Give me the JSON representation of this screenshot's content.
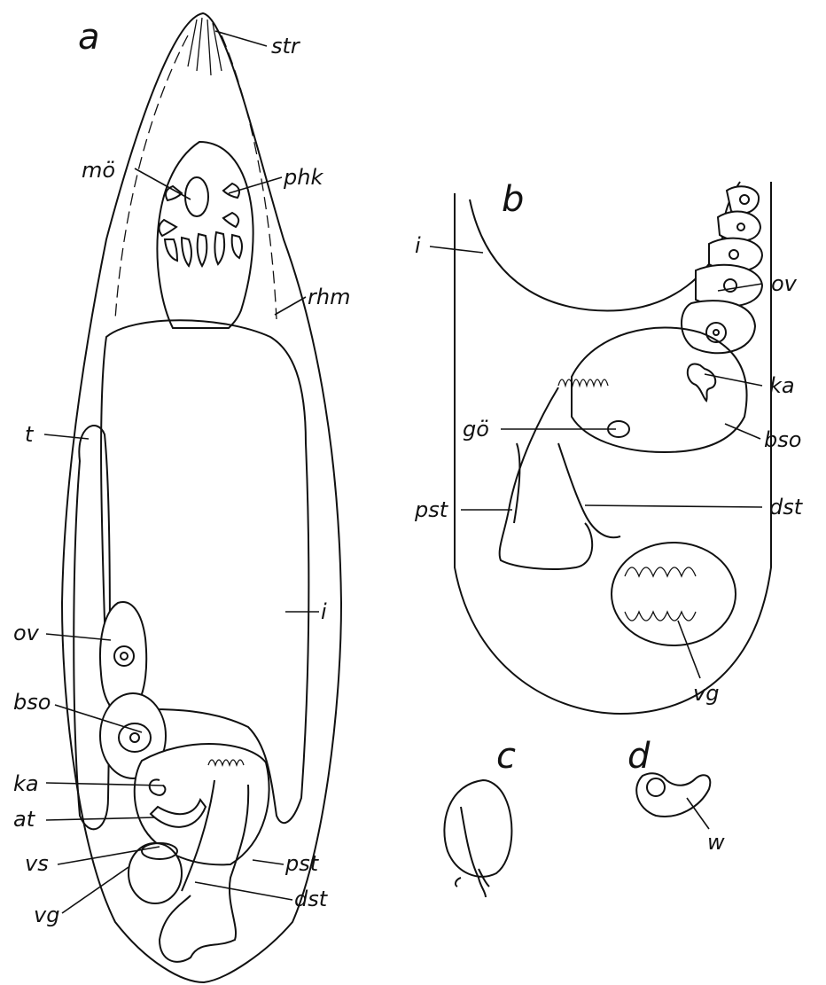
{
  "panels": {
    "a": {
      "letter": "a",
      "labels": {
        "str": "str",
        "mo": "mö",
        "phk": "phk",
        "rhm": "rhm",
        "t": "t",
        "i": "i",
        "ov": "ov",
        "bso": "bso",
        "ka": "ka",
        "at": "at",
        "vs": "vs",
        "vg": "vg",
        "pst": "pst",
        "dst": "dst"
      }
    },
    "b": {
      "letter": "b",
      "labels": {
        "i": "i",
        "ov": "ov",
        "ka": "ka",
        "go": "gö",
        "bso": "bso",
        "pst": "pst",
        "dst": "dst",
        "vg": "vg"
      }
    },
    "c": {
      "letter": "c"
    },
    "d": {
      "letter": "d",
      "labels": {
        "w": "w"
      }
    }
  },
  "colors": {
    "ink": "#111111",
    "paper": "#ffffff"
  }
}
